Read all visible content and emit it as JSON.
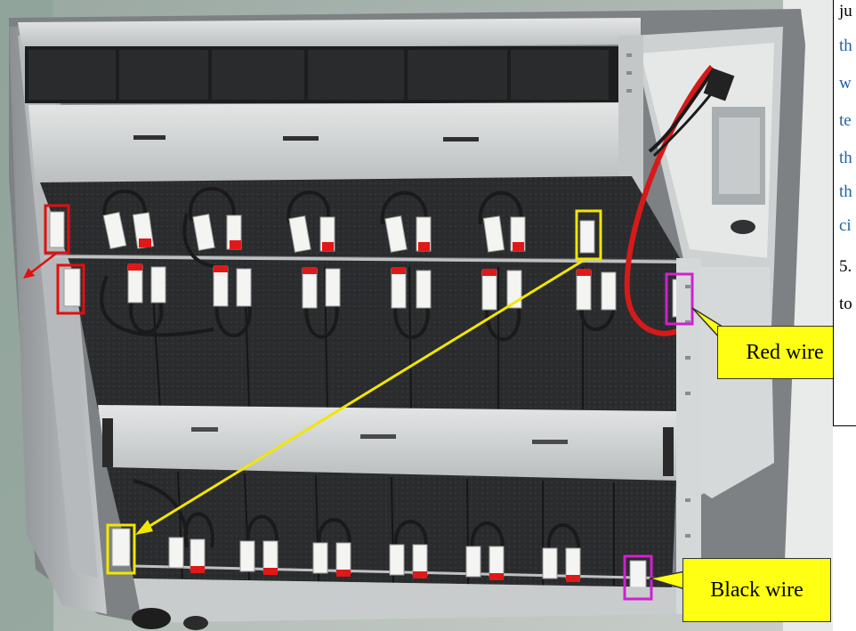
{
  "colors": {
    "highlight_red": "#e01010",
    "highlight_yellow": "#f2e600",
    "highlight_magenta": "#d020d0",
    "label_fill": "#ffff14",
    "doc_text_blue": "#1f62a8"
  },
  "callouts": {
    "red_wire": "Red wire",
    "black_wire": "Black wire"
  },
  "doc_text_fragments": [
    {
      "text": "ju",
      "color": "#000000"
    },
    {
      "text": "th",
      "color": "#1f62a8"
    },
    {
      "text": "w",
      "color": "#1f62a8"
    },
    {
      "text": "te",
      "color": "#1f62a8"
    },
    {
      "text": "th",
      "color": "#1f62a8"
    },
    {
      "text": "th",
      "color": "#1f62a8"
    },
    {
      "text": "ci",
      "color": "#1f62a8"
    },
    {
      "text": "5.",
      "color": "#000000"
    },
    {
      "text": "to",
      "color": "#000000"
    }
  ]
}
